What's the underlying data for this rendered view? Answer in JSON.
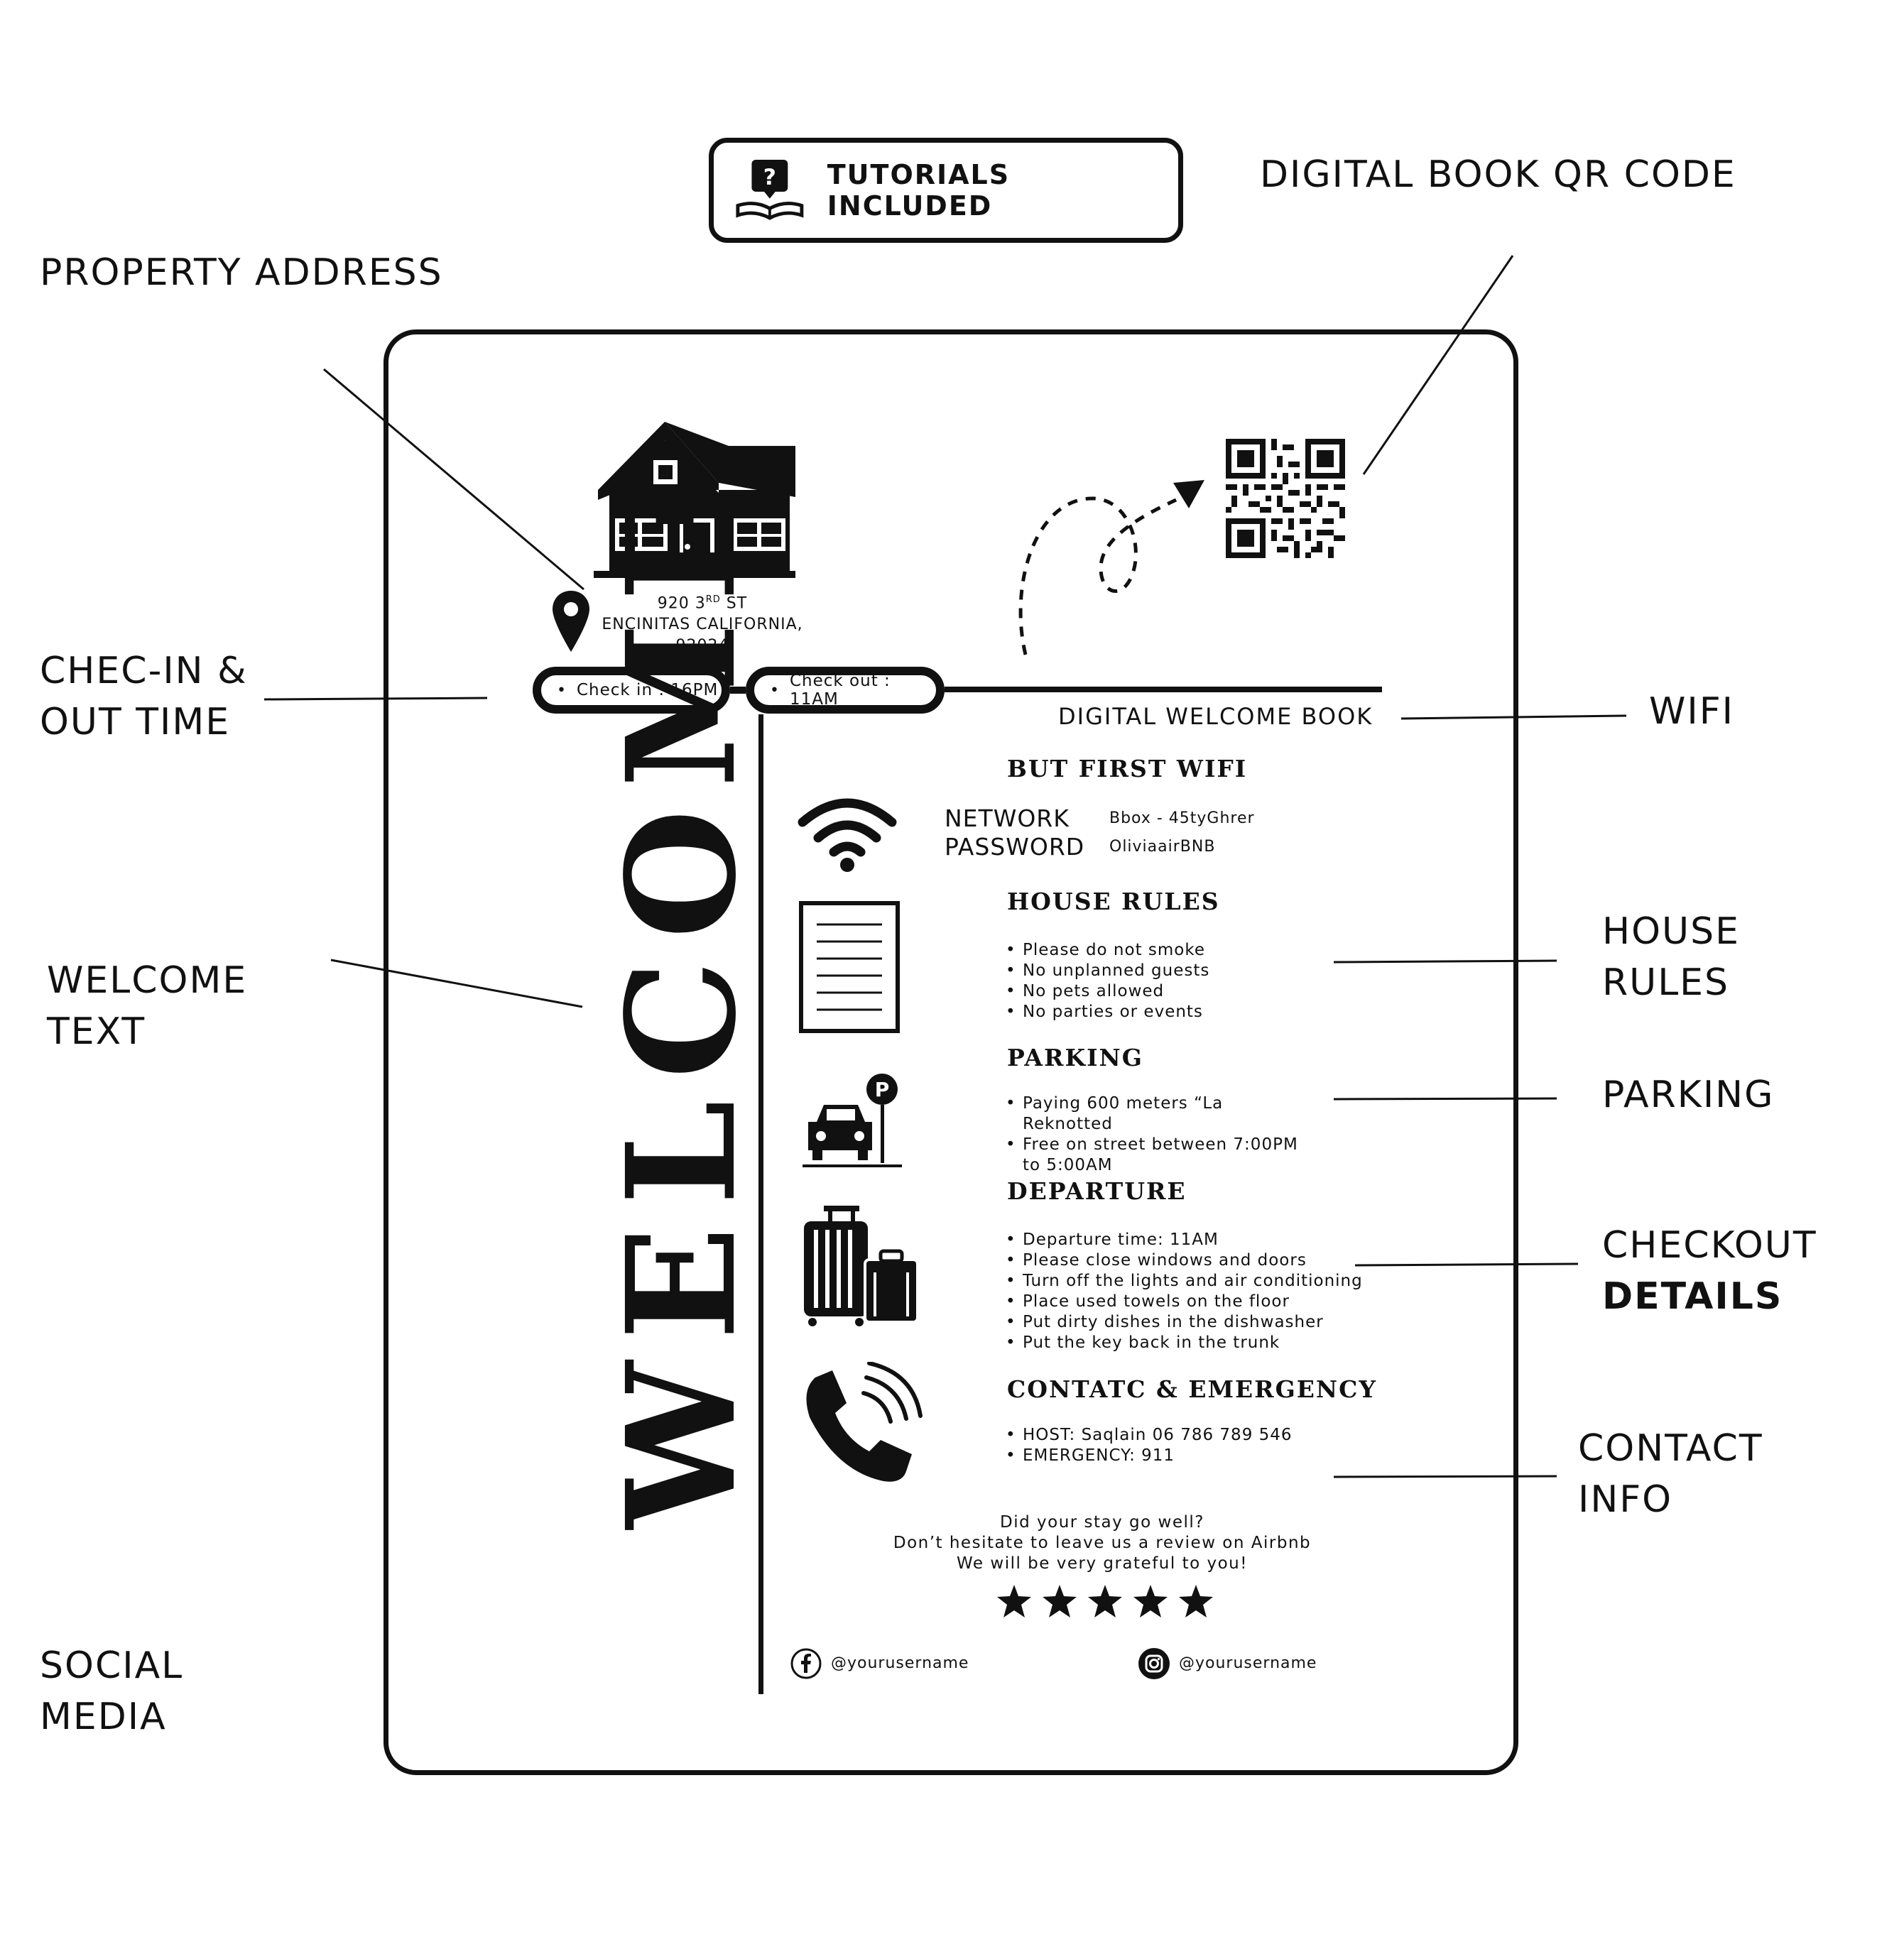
{
  "annotations": {
    "property_address": [
      "PROPERTY ADDRESS"
    ],
    "check_times": [
      "CHEC-IN &",
      "OUT TIME"
    ],
    "welcome_text": [
      "WELCOME",
      "TEXT"
    ],
    "social_media": [
      "SOCIAL",
      "MEDIA"
    ],
    "qr_code": [
      "DIGITAL BOOK QR CODE"
    ],
    "wifi": [
      "WIFI"
    ],
    "house_rules": [
      "HOUSE",
      "RULES"
    ],
    "parking": [
      "PARKING"
    ],
    "checkout": [
      "CHECKOUT",
      "DETAILS"
    ],
    "contact": [
      "CONTACT",
      "INFO"
    ]
  },
  "badge": {
    "label": "TUTORIALS INCLUDED",
    "icon": "book-question-icon"
  },
  "address": {
    "line1": "920 3",
    "line1_sup": "RD",
    "line1_end": " ST",
    "line2": "ENCINITAS CALIFORNIA,",
    "line3": "92024"
  },
  "checkin": "Check in : 16PM",
  "checkout_time": "Check out : 11AM",
  "welcome": "WELCOME",
  "book_title": "DIGITAL WELCOME BOOK",
  "wifi": {
    "title": "BUT FIRST WIFI",
    "network_label": "NETWORK",
    "network_value": "Bbox - 45tyGhrer",
    "password_label": "PASSWORD",
    "password_value": "OliviaairBNB"
  },
  "house_rules": {
    "title": "HOUSE RULES",
    "items": [
      "Please do not smoke",
      "No unplanned guests",
      "No pets allowed",
      "No parties or events"
    ]
  },
  "parking": {
    "title": "PARKING",
    "items": [
      "Paying 600 meters “La Reknotted",
      "Free on street between 7:00PM to 5:00AM"
    ]
  },
  "departure": {
    "title": "DEPARTURE",
    "items": [
      "Departure time: 11AM",
      "Please close windows and doors",
      "Turn off the lights and air conditioning",
      "Place used towels on the floor",
      "Put dirty dishes in the dishwasher",
      "Put the key back in the trunk"
    ]
  },
  "contact": {
    "title": "CONTATC & EMERGENCY",
    "items": [
      "HOST: Saqlain 06 786 789 546",
      "EMERGENCY: 911"
    ]
  },
  "review": {
    "line1": "Did your stay go well?",
    "line2": "Don’t hesitate to leave us a review on Airbnb",
    "line3": "We will be very grateful to you!",
    "stars": 5
  },
  "social": {
    "facebook": "@yourusername",
    "instagram": "@yourusername"
  },
  "colors": {
    "ink": "#111111",
    "background": "#ffffff"
  }
}
